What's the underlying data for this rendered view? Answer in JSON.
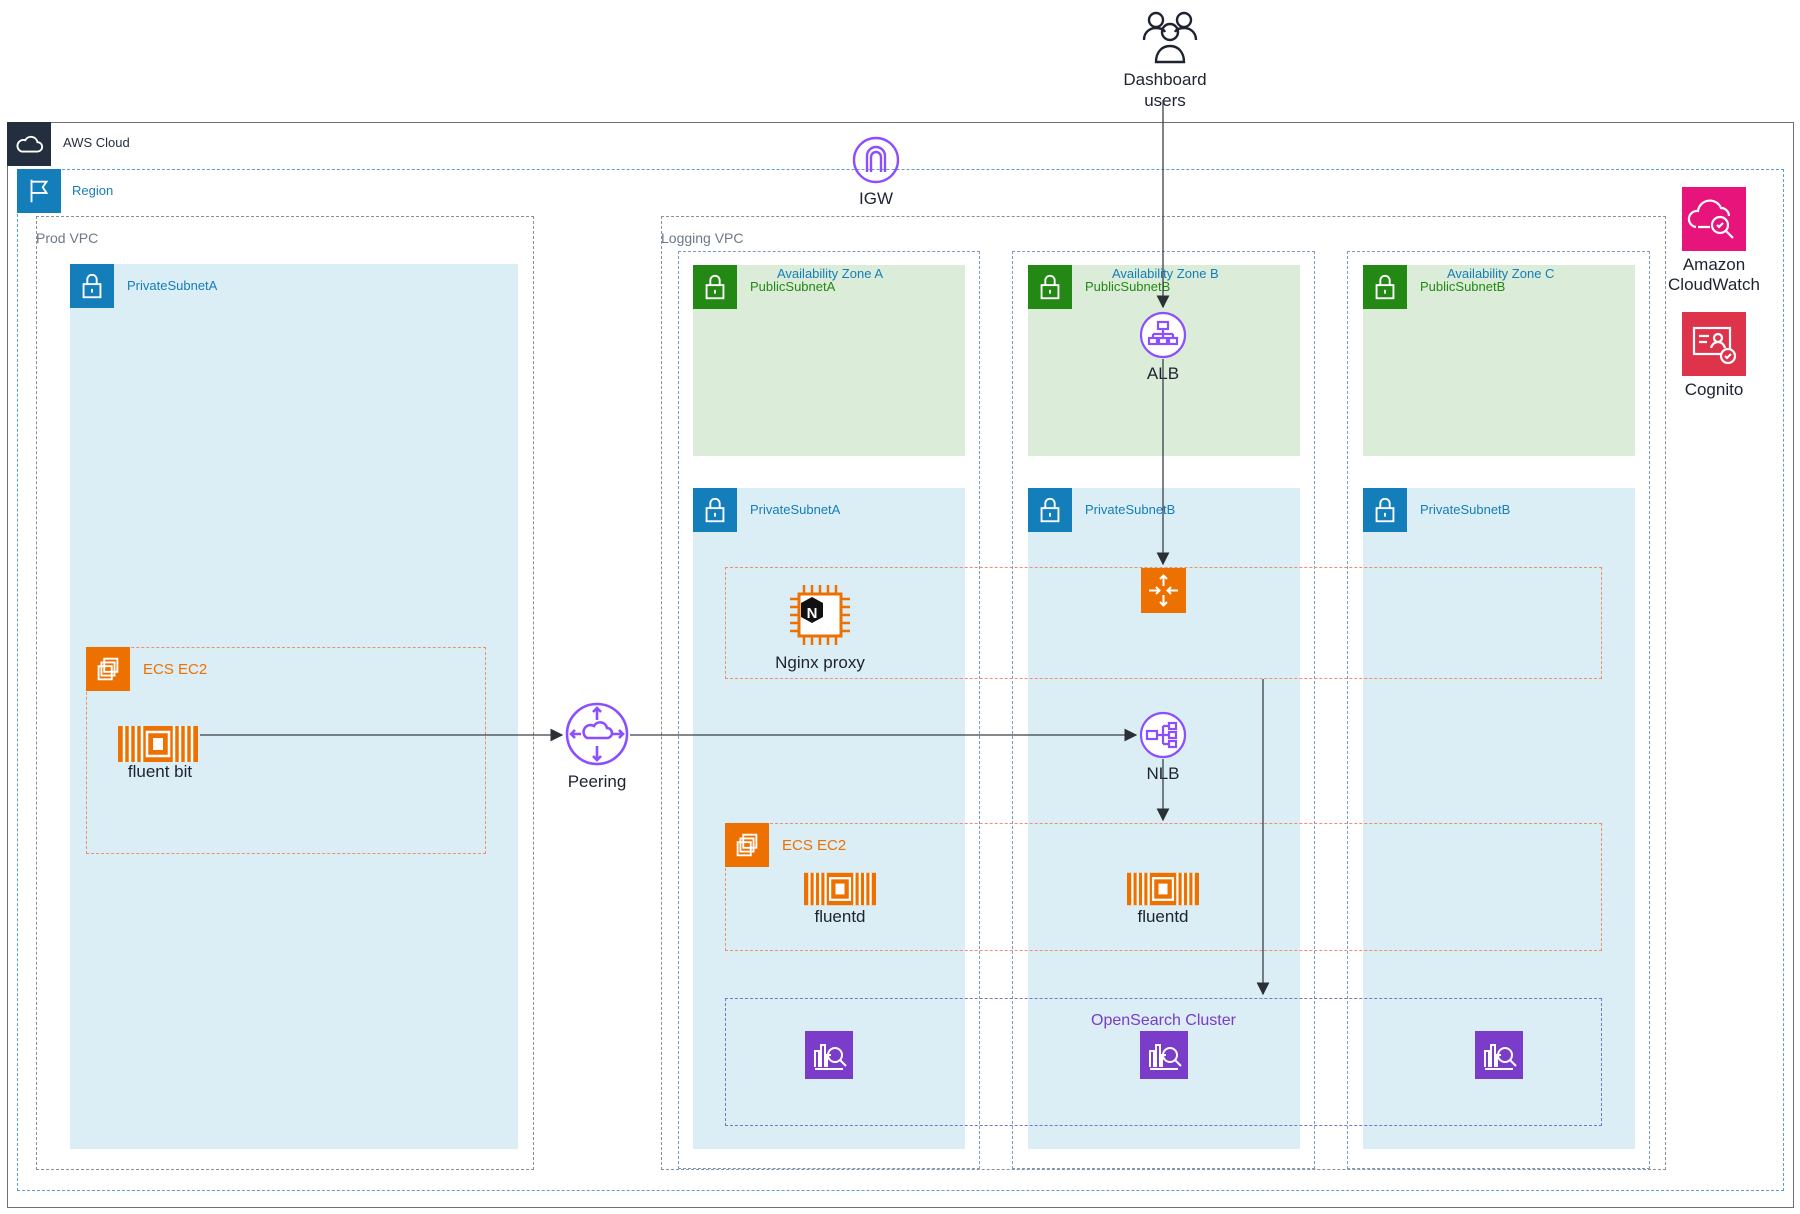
{
  "users": {
    "label_line1": "Dashboard",
    "label_line2": "users"
  },
  "aws_cloud": {
    "label": "AWS Cloud"
  },
  "region": {
    "label": "Region"
  },
  "igw": {
    "label": "IGW"
  },
  "prod_vpc": {
    "label": "Prod VPC",
    "subnet_label": "PrivateSubnetA",
    "ecs_label": "ECS EC2",
    "task_label": "fluent bit"
  },
  "peering": {
    "label": "Peering"
  },
  "logging_vpc": {
    "label": "Logging VPC",
    "az": [
      {
        "name": "Availability Zone A",
        "public": "PublicSubnetA",
        "private": "PrivateSubnetA"
      },
      {
        "name": "Availability Zone B",
        "public": "PublicSubnetB",
        "private": "PrivateSubnetB"
      },
      {
        "name": "Availability Zone C",
        "public": "PublicSubnetB",
        "private": "PrivateSubnetB"
      }
    ],
    "alb_label": "ALB",
    "nginx_label": "Nginx proxy",
    "nlb_label": "NLB",
    "ecs_label": "ECS EC2",
    "fluentd_a": "fluentd",
    "fluentd_b": "fluentd",
    "opensearch_label": "OpenSearch Cluster"
  },
  "services": {
    "cloudwatch_line1": "Amazon",
    "cloudwatch_line2": "CloudWatch",
    "cognito": "Cognito"
  },
  "colors": {
    "aws_dark": "#232f3e",
    "region_blue": "#147eba",
    "subnet_green": "#248814",
    "compute_orange": "#ed7100",
    "network_purple": "#8c4fff",
    "analytics_purple": "#7a3cc9",
    "security_red": "#dd344c",
    "mgmt_pink": "#e7157b"
  },
  "icons": [
    "users-icon",
    "cloud-icon",
    "flag-icon",
    "igw-icon",
    "lock-icon",
    "alb-icon",
    "nlb-icon",
    "nginx-chip-icon",
    "ecs-icon",
    "ec2-task-icon",
    "peering-icon",
    "elb-router-icon",
    "opensearch-icon",
    "cloudwatch-icon",
    "cognito-icon"
  ]
}
